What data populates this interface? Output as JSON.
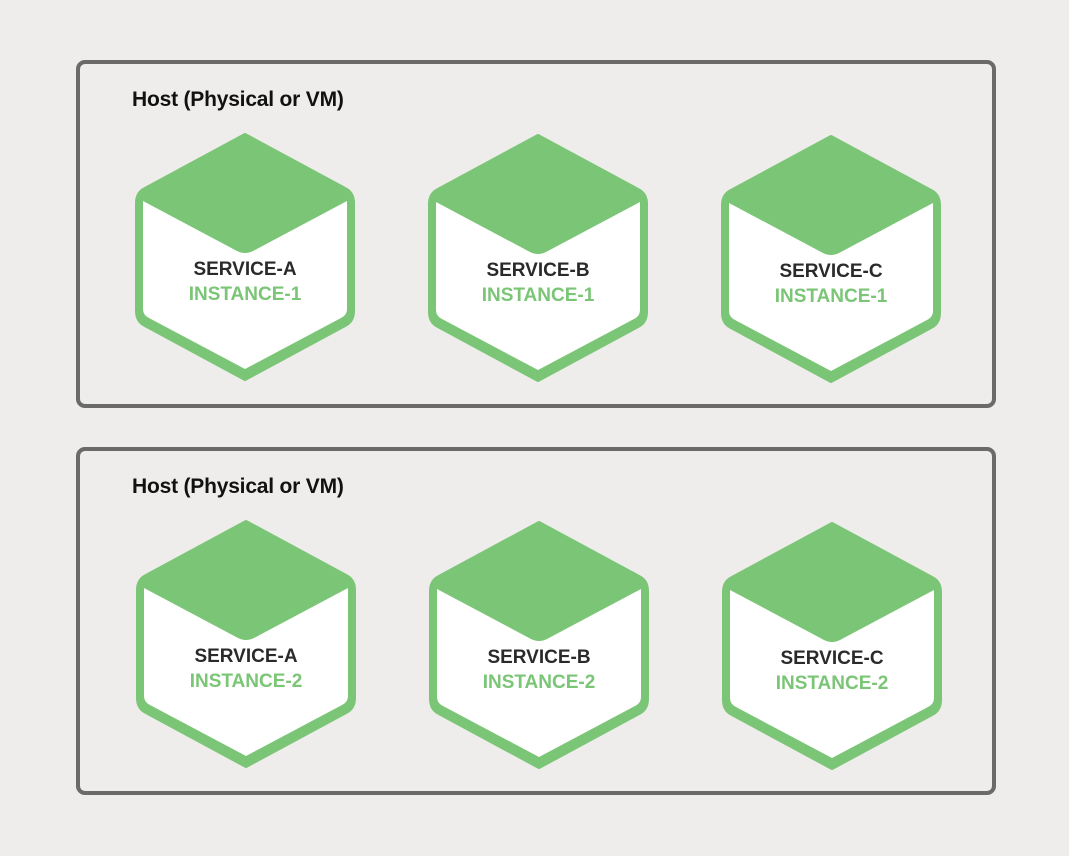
{
  "colors": {
    "green": "#7bc576",
    "border": "#6a6a6a",
    "background": "#eeedeb",
    "text": "#2a2a2a"
  },
  "hosts": [
    {
      "title": "Host (Physical or VM)",
      "services": [
        {
          "service": "SERVICE-A",
          "instance": "INSTANCE-1"
        },
        {
          "service": "SERVICE-B",
          "instance": "INSTANCE-1"
        },
        {
          "service": "SERVICE-C",
          "instance": "INSTANCE-1"
        }
      ]
    },
    {
      "title": "Host (Physical or VM)",
      "services": [
        {
          "service": "SERVICE-A",
          "instance": "INSTANCE-2"
        },
        {
          "service": "SERVICE-B",
          "instance": "INSTANCE-2"
        },
        {
          "service": "SERVICE-C",
          "instance": "INSTANCE-2"
        }
      ]
    }
  ]
}
